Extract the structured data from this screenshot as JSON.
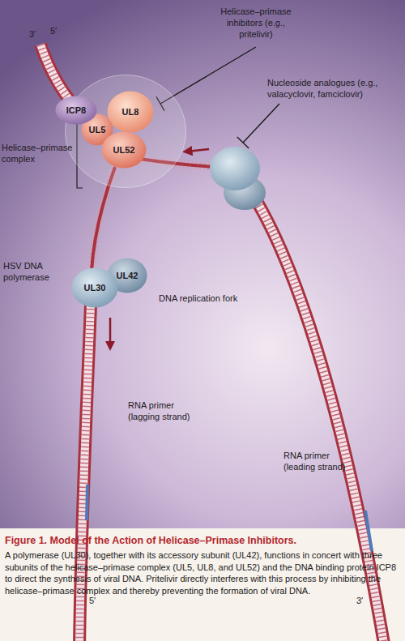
{
  "diagram": {
    "title": "Figure 1. Model of the Action of Helicase–Primase Inhibitors.",
    "caption": "A polymerase (UL30), together with its accessory subunit (UL42), functions in concert with three subunits of the helicase–primase complex (UL5, UL8, and UL52) and the DNA binding protein ICP8 to direct the synthesis of viral DNA. Pritelivir directly interferes with this process by inhibiting the helicase–primase complex and thereby preventing the formation of viral DNA.",
    "nodes": [
      {
        "text": [
          "ICP8"
        ]
      },
      {
        "text": [
          "Helicase–primase complex"
        ]
      },
      {
        "text": [
          "UL5"
        ],
        "in": 1
      },
      {
        "text": [
          "UL8"
        ],
        "in": 1
      },
      {
        "text": [
          "UL52"
        ],
        "in": 1
      },
      {
        "text": [
          "UL30"
        ]
      },
      {
        "text": [
          "UL42"
        ]
      }
    ],
    "labels": [
      "3′",
      "5′",
      "Helicase–primase inhibitors (e.g., pritelivir)",
      "Nucleoside analogues (e.g., valacyclovir, famciclovir)",
      "HSV DNA polymerase",
      "DNA replication fork",
      "RNA primer (lagging strand)",
      "RNA primer (leading strand)",
      "5′",
      "3′"
    ]
  }
}
